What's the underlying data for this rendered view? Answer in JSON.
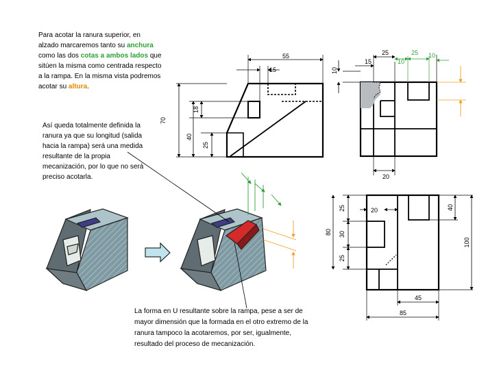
{
  "colors": {
    "line": "#000000",
    "green": "#2e9e36",
    "orange": "#f0a020",
    "red_face": "#d42a2a",
    "arrow_fill": "#bfe4ee",
    "shade": "#9aa3a8"
  },
  "notes": {
    "top_left": {
      "p1": "Para acotar la ranura superior, en alzado marcaremos tanto su",
      "anchura": "anchura",
      "p2": "como las dos",
      "cotas": "cotas a ambos lados",
      "p3": "que sitúen la misma como centrada respecto a la rampa. En la misma vista podremos acotar su",
      "altura": "altura",
      "p4": "."
    },
    "middle_left": "Así queda totalmente definida la ranura ya que su longitud (salida hacia la rampa) será una medida resultante de la propia mecanización, por lo que no será preciso acotarla.",
    "bottom": "La forma en U resultante sobre la rampa, pese a ser de mayor dimensión que la formada en el otro extremo de la ranura tampoco la acotaremos, por ser, igualmente, resultado del proceso de mecanización."
  },
  "front_view": {
    "dims": {
      "width": "55",
      "slot": "15",
      "height": "70",
      "d18": "18",
      "d40": "40",
      "d25": "25"
    }
  },
  "side_view": {
    "dims": {
      "d25": "25",
      "d15": "15",
      "d10a": "10",
      "d10b": "10",
      "d25g": "25",
      "d10g": "10",
      "d20": "20"
    }
  },
  "plan_view": {
    "dims": {
      "d25a": "25",
      "d20": "20",
      "d40": "40",
      "d80": "80",
      "d30": "30",
      "d25b": "25",
      "d100": "100",
      "d45": "45",
      "d85": "85"
    }
  }
}
